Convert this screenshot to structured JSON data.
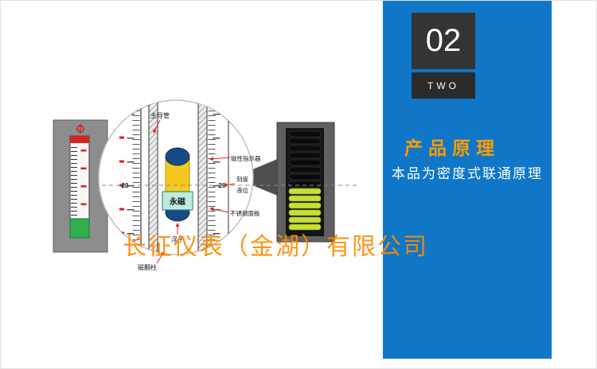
{
  "slide": {
    "number": "02",
    "number_word": "TWO",
    "title": "产品原理",
    "subtitle": "本品为密度式联通原理"
  },
  "watermark": {
    "text": "长征仪表（金湖）有限公司"
  },
  "diagram": {
    "scale_left_value": "20",
    "scale_right_value": "20",
    "labels": {
      "main_tube": "主导管",
      "magnetic_indicator": "磁性指示器",
      "scale": "刻度",
      "liquid_level": "液位",
      "stainless_panel": "不锈钢面板",
      "magnetic_flap_column": "磁翻柱",
      "float": "浮子",
      "permanent_magnet": "永磁"
    }
  },
  "colors": {
    "panel_blue": "#0f76c8",
    "accent_orange": "#ff9c00",
    "watermark_orange": "#ff8a00",
    "float_yellow": "#f6c81f",
    "magnet_teal": "#bfeae2",
    "flap_green": "#c6df33",
    "scale_red": "#d42020"
  }
}
